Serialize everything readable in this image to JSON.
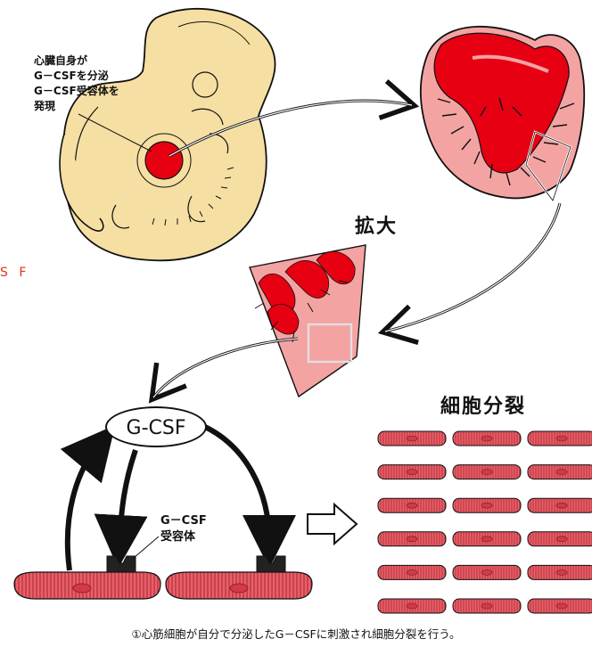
{
  "labels": {
    "embryo_note": "心臓自身が\nG－CSFを分泌\nG－CSF受容体を\n発現",
    "magnified": "拡大",
    "partial_gcsf": "S F",
    "gcsf": "G-CSF",
    "receptor": "G－CSF\n受容体",
    "cell_division": "細胞分裂",
    "caption": "①心筋細胞が自分で分泌したG－CSFに刺激され細胞分裂を行う。"
  },
  "colors": {
    "embryo": "#f6dfa3",
    "heart_red": "#e60012",
    "heart_pink": "#f4a3a3",
    "muscle": "#e9606a",
    "muscle_dark": "#a8262e",
    "outline": "#111111"
  },
  "cell_grid": {
    "rows": 6,
    "cols": 3
  }
}
